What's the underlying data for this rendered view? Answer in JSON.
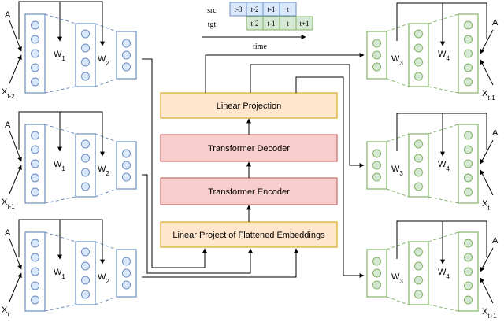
{
  "center_blocks": {
    "linear_projection": "Linear Projection",
    "transformer_decoder": "Transformer Decoder",
    "transformer_encoder": "Transformer Encoder",
    "linear_project_embeddings": "Linear Project of Flattened Embeddings"
  },
  "timeline": {
    "src_label": "src",
    "tgt_label": "tgt",
    "src_cells": [
      "t-3",
      "t-2",
      "t-1",
      "t"
    ],
    "tgt_cells": [
      "t-2",
      "t-1",
      "t",
      "t+1"
    ],
    "time_label": "time"
  },
  "left_modules": [
    {
      "input_a": "A",
      "input_x_base": "X",
      "input_x_sub": "t-2",
      "w_left_base": "W",
      "w_left_sub": "1",
      "w_right_base": "W",
      "w_right_sub": "2"
    },
    {
      "input_a": "A",
      "input_x_base": "X",
      "input_x_sub": "t-1",
      "w_left_base": "W",
      "w_left_sub": "1",
      "w_right_base": "W",
      "w_right_sub": "2"
    },
    {
      "input_a": "A",
      "input_x_base": "X",
      "input_x_sub": "t",
      "w_left_base": "W",
      "w_left_sub": "1",
      "w_right_base": "W",
      "w_right_sub": "2"
    }
  ],
  "right_modules": [
    {
      "output_a": "A",
      "output_x_base": "X",
      "output_x_sub": "t-1",
      "w_left_base": "W",
      "w_left_sub": "3",
      "w_right_base": "W",
      "w_right_sub": "4"
    },
    {
      "output_a": "A",
      "output_x_base": "X",
      "output_x_sub": "t",
      "w_left_base": "W",
      "w_left_sub": "3",
      "w_right_base": "W",
      "w_right_sub": "4"
    },
    {
      "output_a": "A",
      "output_x_base": "X",
      "output_x_sub": "t+1",
      "w_left_base": "W",
      "w_left_sub": "3",
      "w_right_base": "W",
      "w_right_sub": "4"
    }
  ],
  "colors": {
    "blue_stroke": "#6c8ebf",
    "blue_fill": "#dae8fc",
    "green_stroke": "#82b366",
    "green_fill": "#d5e8d4",
    "orange_stroke": "#d79b00",
    "orange_fill": "#ffe6cc",
    "red_stroke": "#b85450",
    "red_fill": "#f8cecc"
  }
}
